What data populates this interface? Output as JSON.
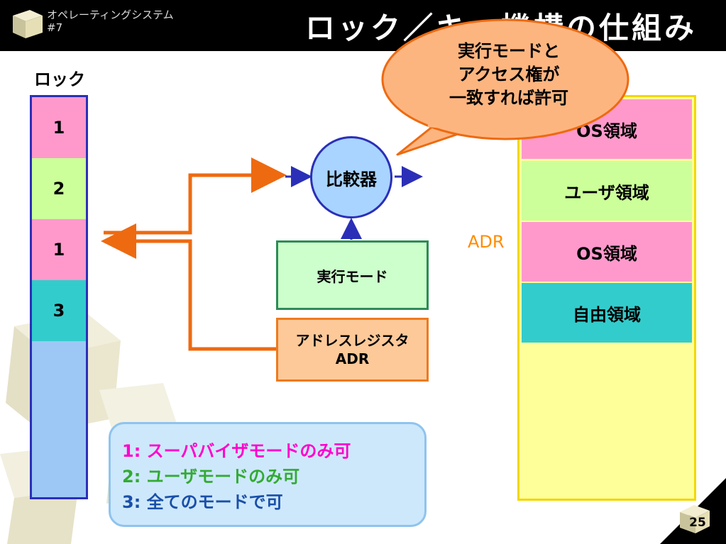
{
  "header": {
    "course": "オペレーティングシステム",
    "lecture": "#7",
    "title": "ロック／キー機構の仕組み"
  },
  "lock": {
    "label": "ロック",
    "cells": [
      "1",
      "2",
      "1",
      "3"
    ]
  },
  "comparator": {
    "label": "比較器"
  },
  "mode_box": {
    "label": "実行モード"
  },
  "adr_box": {
    "line1": "アドレスレジスタ",
    "line2": "ADR"
  },
  "adr_pointer": {
    "label": "ADR"
  },
  "callout": {
    "line1": "実行モードと",
    "line2": "アクセス権が",
    "line3": "一致すれば許可"
  },
  "memory": {
    "regions": [
      "OS領域",
      "ユーザ領域",
      "OS領域",
      "自由領域"
    ]
  },
  "legend": {
    "line1": "1: スーパバイザモードのみ可",
    "line2": "2: ユーザモードのみ可",
    "line3": "3: 全てのモードで可"
  },
  "footer": {
    "page_number": "25"
  },
  "colors": {
    "header_bg": "#000000",
    "lock_supervisor": "#ff99cc",
    "lock_user": "#ccff99",
    "lock_all": "#33cccc",
    "lock_border": "#2b2fb8",
    "memory_bg": "#ffff99",
    "memory_border": "#f2d700",
    "comparator": "#a8d4ff",
    "mode_box": "#ccffcc",
    "adr_box": "#fdc999",
    "arrow_orange": "#ee6a10",
    "arrow_blue": "#2b2fb8",
    "callout": "#fdb580",
    "legend_1": "#ff00cc",
    "legend_2": "#33aa33",
    "legend_3": "#1a4fa8"
  }
}
